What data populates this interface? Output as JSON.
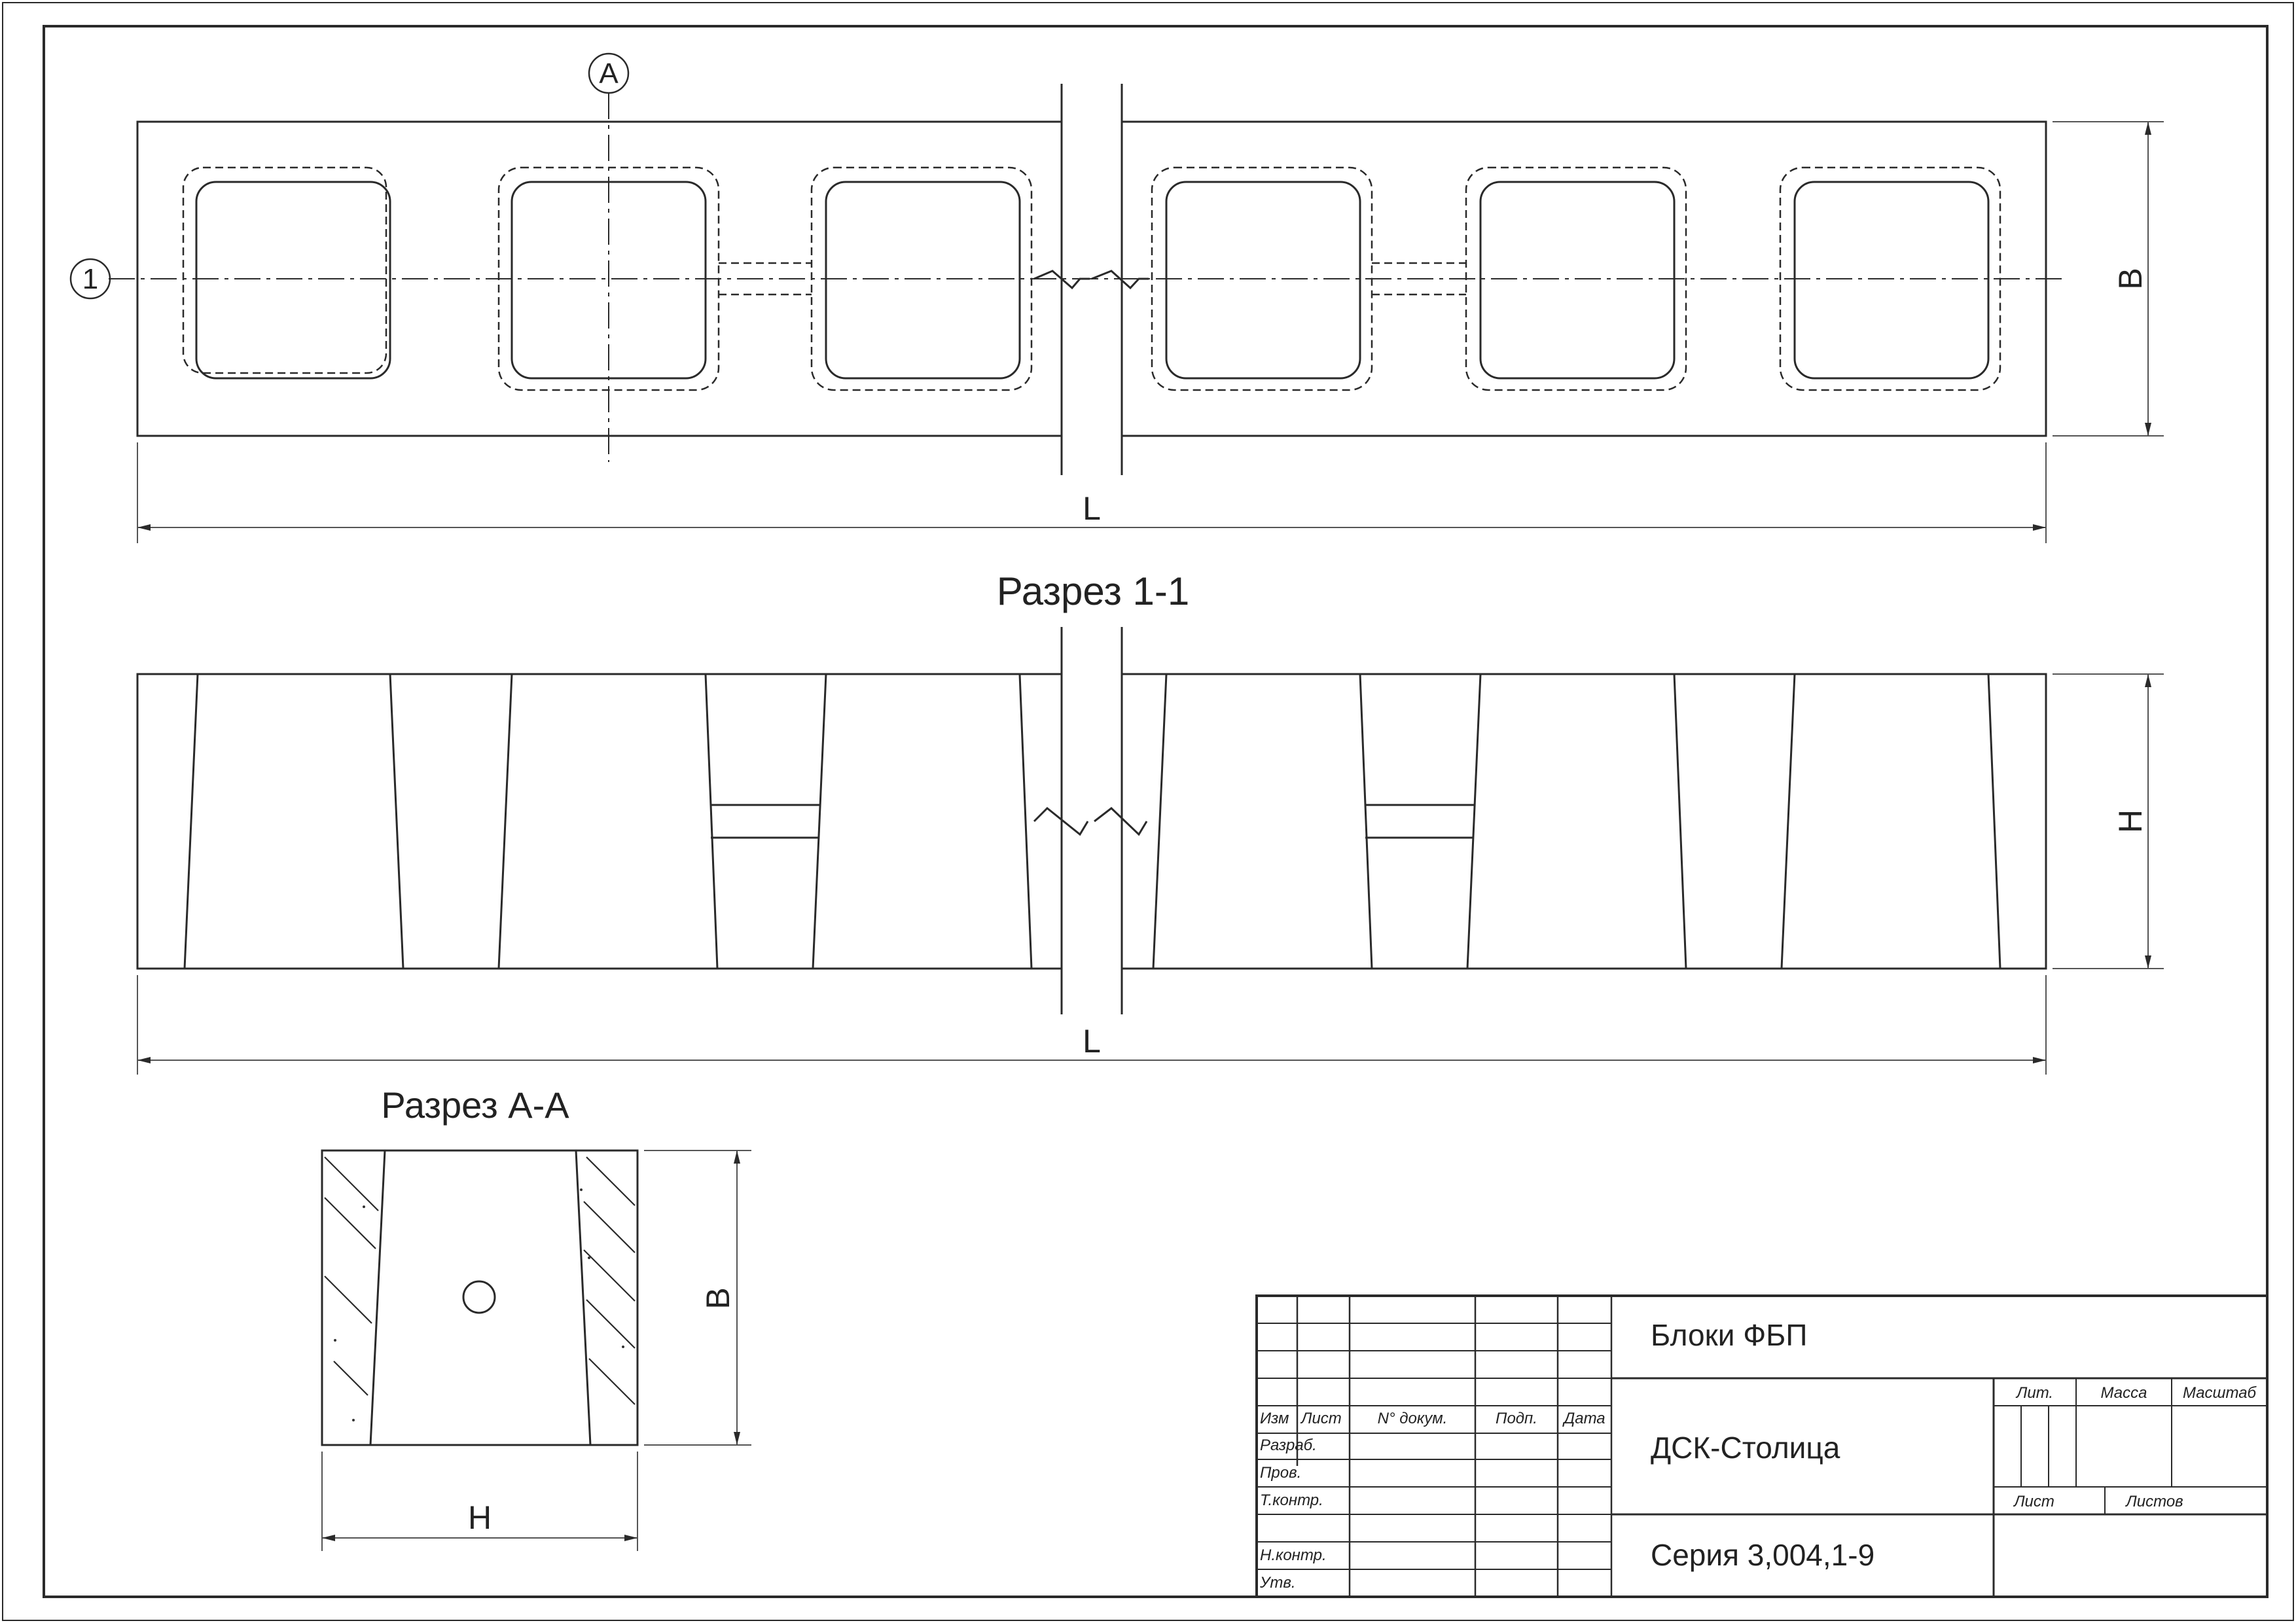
{
  "views": {
    "plan": {
      "axis_row_label": "1",
      "axis_col_label": "A",
      "dim_length": "L",
      "dim_width": "B"
    },
    "section_1_1": {
      "title": "Разрез 1-1",
      "dim_length": "L",
      "dim_height": "H"
    },
    "section_a_a": {
      "title": "Разрез А-А",
      "dim_width": "B",
      "dim_height": "H"
    }
  },
  "title_block": {
    "headers": {
      "izm": "Изм",
      "list": "Лист",
      "doc": "N° докум.",
      "sign": "Подп.",
      "date": "Дата"
    },
    "roles": {
      "developer": "Разраб.",
      "checked": "Пров.",
      "tech_control": "Т.контр.",
      "norm_control": "Н.контр.",
      "approved": "Утв."
    },
    "cells": {
      "lit": "Лит.",
      "mass": "Масса",
      "scale": "Масштаб",
      "sheet": "Лист",
      "sheets": "Листов"
    },
    "name": "Блоки ФБП",
    "organization": "ДСК-Столица",
    "series": "Серия 3,004,1-9"
  }
}
